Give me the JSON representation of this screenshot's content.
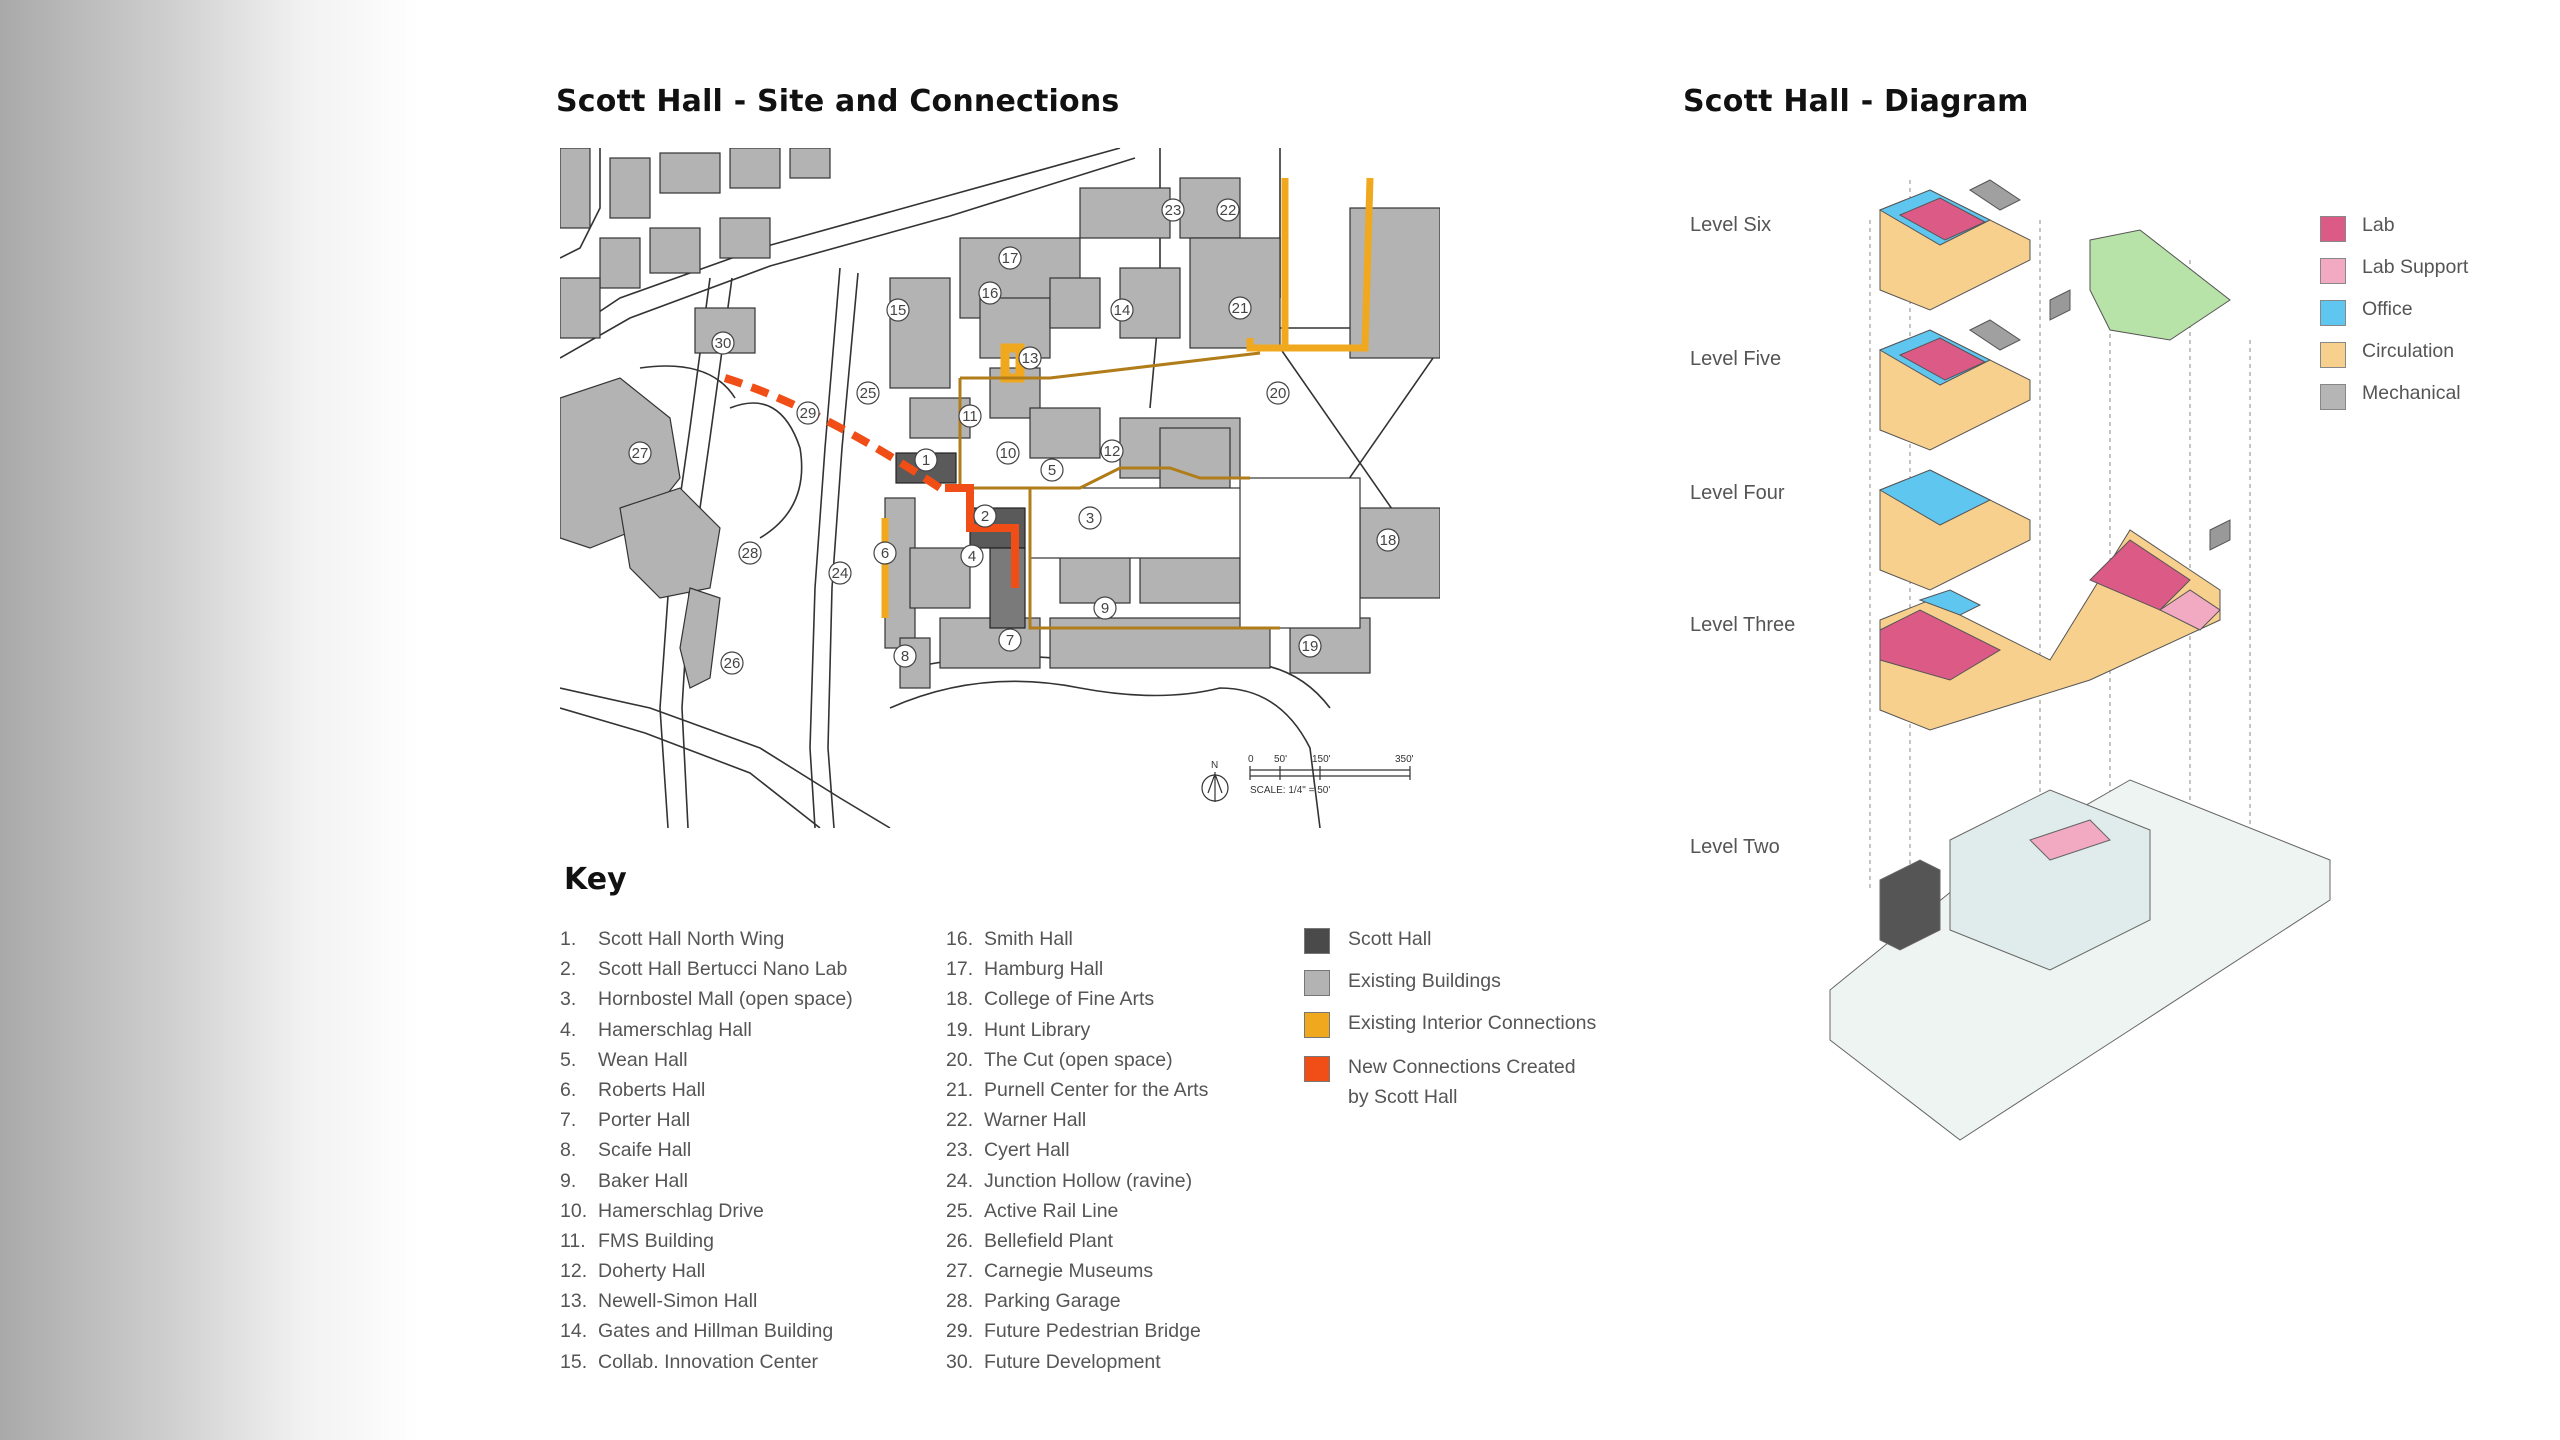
{
  "site_title": "Scott Hall - Site and Connections",
  "diagram_title": "Scott Hall - Diagram",
  "key_title": "Key",
  "key_items": [
    {
      "n": "1.",
      "label": "Scott Hall North Wing"
    },
    {
      "n": "2.",
      "label": "Scott Hall Bertucci Nano Lab"
    },
    {
      "n": "3.",
      "label": "Hornbostel Mall (open space)"
    },
    {
      "n": "4.",
      "label": "Hamerschlag Hall"
    },
    {
      "n": "5.",
      "label": "Wean Hall"
    },
    {
      "n": "6.",
      "label": "Roberts Hall"
    },
    {
      "n": "7.",
      "label": "Porter Hall"
    },
    {
      "n": "8.",
      "label": "Scaife Hall"
    },
    {
      "n": "9.",
      "label": "Baker Hall"
    },
    {
      "n": "10.",
      "label": "Hamerschlag Drive"
    },
    {
      "n": "11.",
      "label": "FMS Building"
    },
    {
      "n": "12.",
      "label": "Doherty Hall"
    },
    {
      "n": "13.",
      "label": "Newell-Simon Hall"
    },
    {
      "n": "14.",
      "label": "Gates and Hillman Building"
    },
    {
      "n": "15.",
      "label": "Collab. Innovation Center"
    },
    {
      "n": "16.",
      "label": "Smith Hall"
    },
    {
      "n": "17.",
      "label": "Hamburg Hall"
    },
    {
      "n": "18.",
      "label": "College of Fine Arts"
    },
    {
      "n": "19.",
      "label": "Hunt Library"
    },
    {
      "n": "20.",
      "label": "The Cut (open space)"
    },
    {
      "n": "21.",
      "label": "Purnell Center for the Arts"
    },
    {
      "n": "22.",
      "label": "Warner Hall"
    },
    {
      "n": "23.",
      "label": "Cyert Hall"
    },
    {
      "n": "24.",
      "label": "Junction Hollow (ravine)"
    },
    {
      "n": "25.",
      "label": "Active Rail Line"
    },
    {
      "n": "26.",
      "label": "Bellefield Plant"
    },
    {
      "n": "27.",
      "label": "Carnegie Museums"
    },
    {
      "n": "28.",
      "label": "Parking Garage"
    },
    {
      "n": "29.",
      "label": "Future Pedestrian Bridge"
    },
    {
      "n": "30.",
      "label": "Future Development"
    }
  ],
  "map_legend": [
    {
      "label": "Scott Hall",
      "color": "#4a4a4a"
    },
    {
      "label": "Existing Buildings",
      "color": "#b3b3b3"
    },
    {
      "label": "Existing Interior Connections",
      "color": "#f0a81e"
    },
    {
      "label": "New Connections Created",
      "label2": "by Scott Hall",
      "color": "#f04e16"
    }
  ],
  "use_legend": [
    {
      "label": "Lab",
      "color": "#dc5a86"
    },
    {
      "label": "Lab Support",
      "color": "#f2a9c2"
    },
    {
      "label": "Office",
      "color": "#5fc6ef"
    },
    {
      "label": "Circulation",
      "color": "#f7d08e"
    },
    {
      "label": "Mechanical",
      "color": "#b5b5b5"
    }
  ],
  "levels": [
    "Level Six",
    "Level Five",
    "Level Four",
    "Level Three",
    "Level Two"
  ],
  "building_numbers": [
    "1",
    "2",
    "3",
    "4",
    "5",
    "6",
    "7",
    "8",
    "9",
    "10",
    "11",
    "12",
    "13",
    "14",
    "15",
    "16",
    "17",
    "18",
    "19",
    "20",
    "21",
    "22",
    "23",
    "24",
    "25",
    "26",
    "27",
    "28",
    "29",
    "30"
  ],
  "north_label": "N",
  "scale_ticks": [
    "0",
    "50'",
    "150'",
    "350'"
  ],
  "scale_caption": "SCALE: 1/4\" = 50'"
}
